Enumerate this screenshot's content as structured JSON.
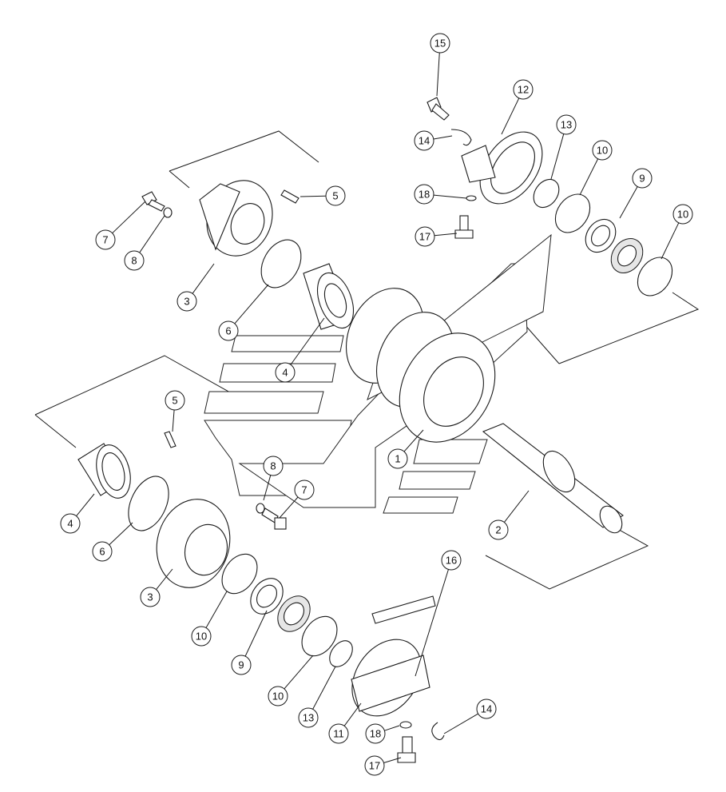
{
  "figure": {
    "type": "exploded-parts-diagram",
    "colors": {
      "line": "#1a1a1a",
      "background": "#ffffff",
      "shade": "#e6e6e6"
    }
  },
  "callouts": [
    {
      "label": "15"
    },
    {
      "label": "12"
    },
    {
      "label": "13"
    },
    {
      "label": "10"
    },
    {
      "label": "14"
    },
    {
      "label": "9"
    },
    {
      "label": "18"
    },
    {
      "label": "10"
    },
    {
      "label": "17"
    },
    {
      "label": "5"
    },
    {
      "label": "7"
    },
    {
      "label": "8"
    },
    {
      "label": "3"
    },
    {
      "label": "6"
    },
    {
      "label": "4"
    },
    {
      "label": "5"
    },
    {
      "label": "1"
    },
    {
      "label": "8"
    },
    {
      "label": "7"
    },
    {
      "label": "4"
    },
    {
      "label": "6"
    },
    {
      "label": "2"
    },
    {
      "label": "3"
    },
    {
      "label": "16"
    },
    {
      "label": "10"
    },
    {
      "label": "9"
    },
    {
      "label": "10"
    },
    {
      "label": "13"
    },
    {
      "label": "11"
    },
    {
      "label": "14"
    },
    {
      "label": "18"
    },
    {
      "label": "17"
    }
  ]
}
